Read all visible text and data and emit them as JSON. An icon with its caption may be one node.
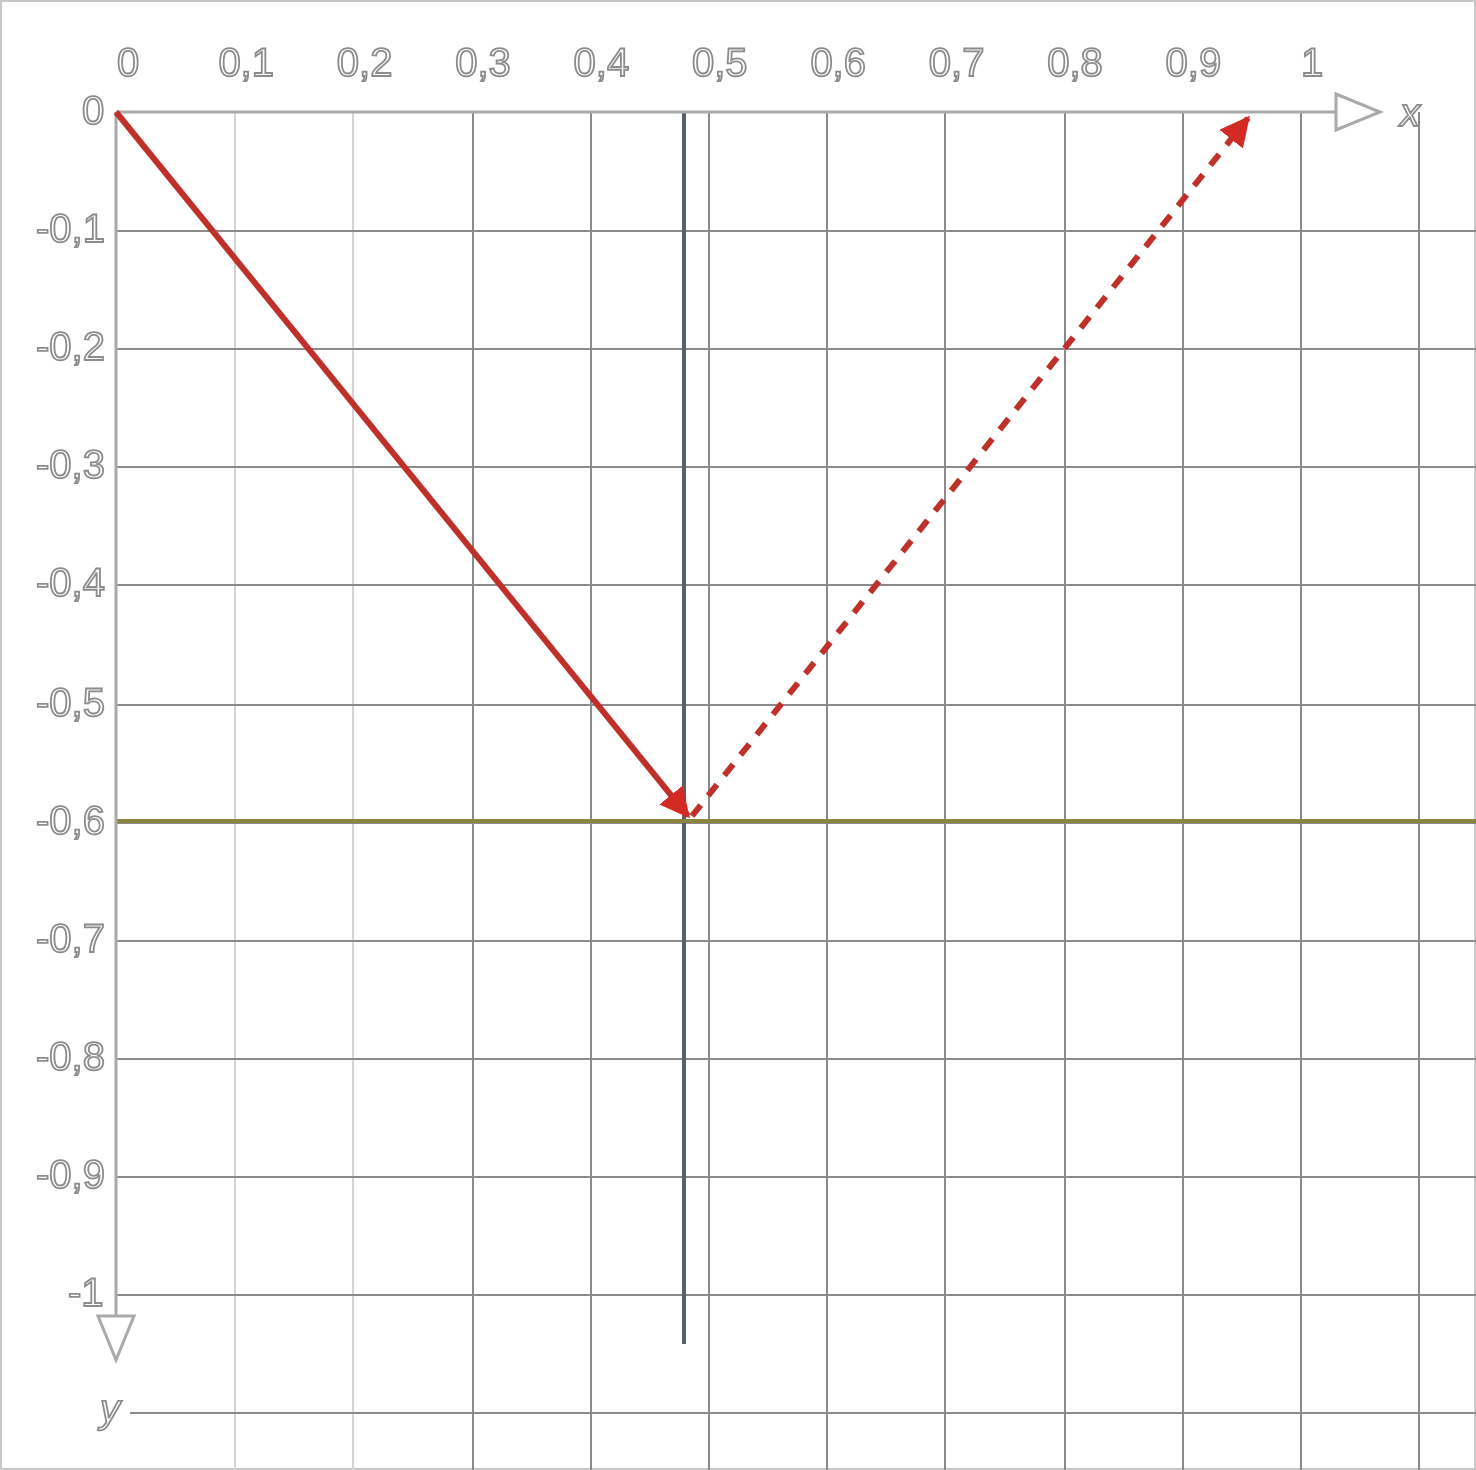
{
  "diagram": {
    "labels": [
      "0",
      "0,1",
      "0,2",
      "0,3",
      "0,4",
      "0,5",
      "0,6",
      "0,7",
      "0,8",
      "0,9",
      "1",
      "x",
      "0",
      "-0,1",
      "-0,2",
      "-0,3",
      "-0,4",
      "-0,5",
      "-0,6",
      "-0,7",
      "-0,8",
      "-0,9",
      "-1",
      "y"
    ]
  }
}
